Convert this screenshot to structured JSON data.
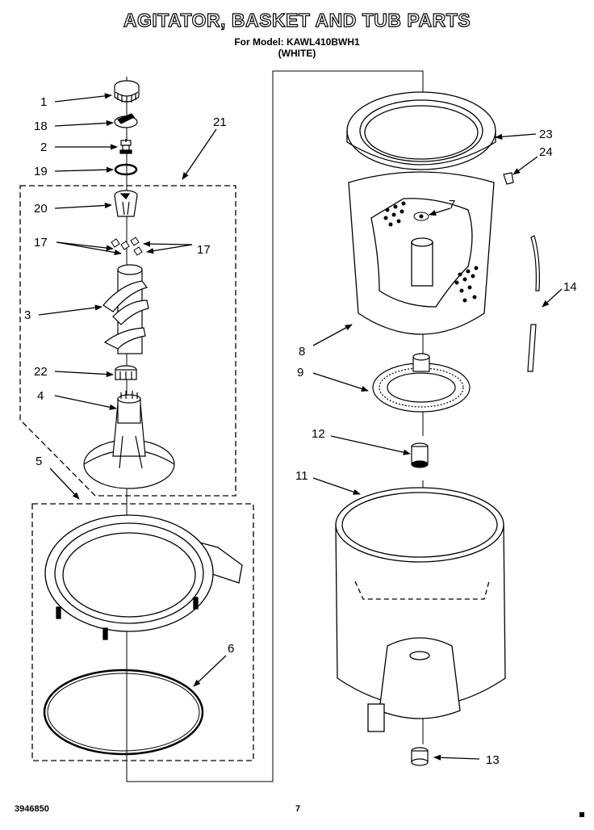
{
  "title": "AGITATOR, BASKET AND TUB PARTS",
  "model_line": "For Model: KAWL410BWH1",
  "color_line": "(WHITE)",
  "callouts": [
    {
      "id": "c1",
      "label": "1"
    },
    {
      "id": "c18",
      "label": "18"
    },
    {
      "id": "c2",
      "label": "2"
    },
    {
      "id": "c19",
      "label": "19"
    },
    {
      "id": "c20",
      "label": "20"
    },
    {
      "id": "c17a",
      "label": "17"
    },
    {
      "id": "c17b",
      "label": "17"
    },
    {
      "id": "c3",
      "label": "3"
    },
    {
      "id": "c22",
      "label": "22"
    },
    {
      "id": "c4",
      "label": "4"
    },
    {
      "id": "c21",
      "label": "21"
    },
    {
      "id": "c5",
      "label": "5"
    },
    {
      "id": "c6",
      "label": "6"
    },
    {
      "id": "c23",
      "label": "23"
    },
    {
      "id": "c24",
      "label": "24"
    },
    {
      "id": "c7",
      "label": "7"
    },
    {
      "id": "c14",
      "label": "14"
    },
    {
      "id": "c8",
      "label": "8"
    },
    {
      "id": "c9",
      "label": "9"
    },
    {
      "id": "c12",
      "label": "12"
    },
    {
      "id": "c11",
      "label": "11"
    },
    {
      "id": "c13",
      "label": "13"
    }
  ],
  "footer": {
    "doc_number": "3946850",
    "page_number": "7"
  }
}
